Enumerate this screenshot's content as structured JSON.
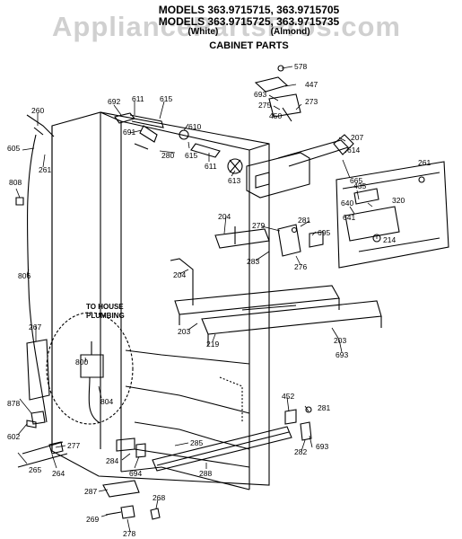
{
  "header": {
    "line1": "MODELS 363.9715715, 363.9715705",
    "line2": "MODELS 363.9715725, 363.9715735",
    "line3": "(White)                     (Almond)",
    "line4": "CABINET PARTS"
  },
  "watermark": "AppliancePartsPros.com",
  "annotation": {
    "plumbing_1": "TO HOUSE",
    "plumbing_2": "PLUMBING"
  },
  "callouts": {
    "c578": "578",
    "c447": "447",
    "c693a": "693",
    "c275": "275",
    "c450": "450",
    "c273": "273",
    "c692": "692",
    "c611a": "611",
    "c615a": "615",
    "c260": "260",
    "c691": "691",
    "c610": "610",
    "c605": "605",
    "c280": "280",
    "c615b": "615",
    "c611b": "611",
    "c207": "207",
    "c614": "614",
    "c261a": "261",
    "c613": "613",
    "c665": "665",
    "c261b": "261",
    "c808": "808",
    "c435": "435",
    "c640": "640",
    "c641": "641",
    "c320": "320",
    "c204a": "204",
    "c279": "279",
    "c281a": "281",
    "c695": "695",
    "c214": "214",
    "c283": "283",
    "c276": "276",
    "c806": "806",
    "c204b": "204",
    "c267a": "267",
    "c203a": "203",
    "c219": "219",
    "c203b": "203",
    "c693b": "693",
    "c800": "800",
    "c804": "804",
    "c878": "878",
    "c452": "452",
    "c281b": "281",
    "c602": "602",
    "c277": "277",
    "c282": "282",
    "c693c": "693",
    "c285": "285",
    "c265": "265",
    "c264": "264",
    "c284": "284",
    "c694": "694",
    "c288": "288",
    "c287": "287",
    "c268": "268",
    "c269": "269",
    "c278": "278"
  }
}
